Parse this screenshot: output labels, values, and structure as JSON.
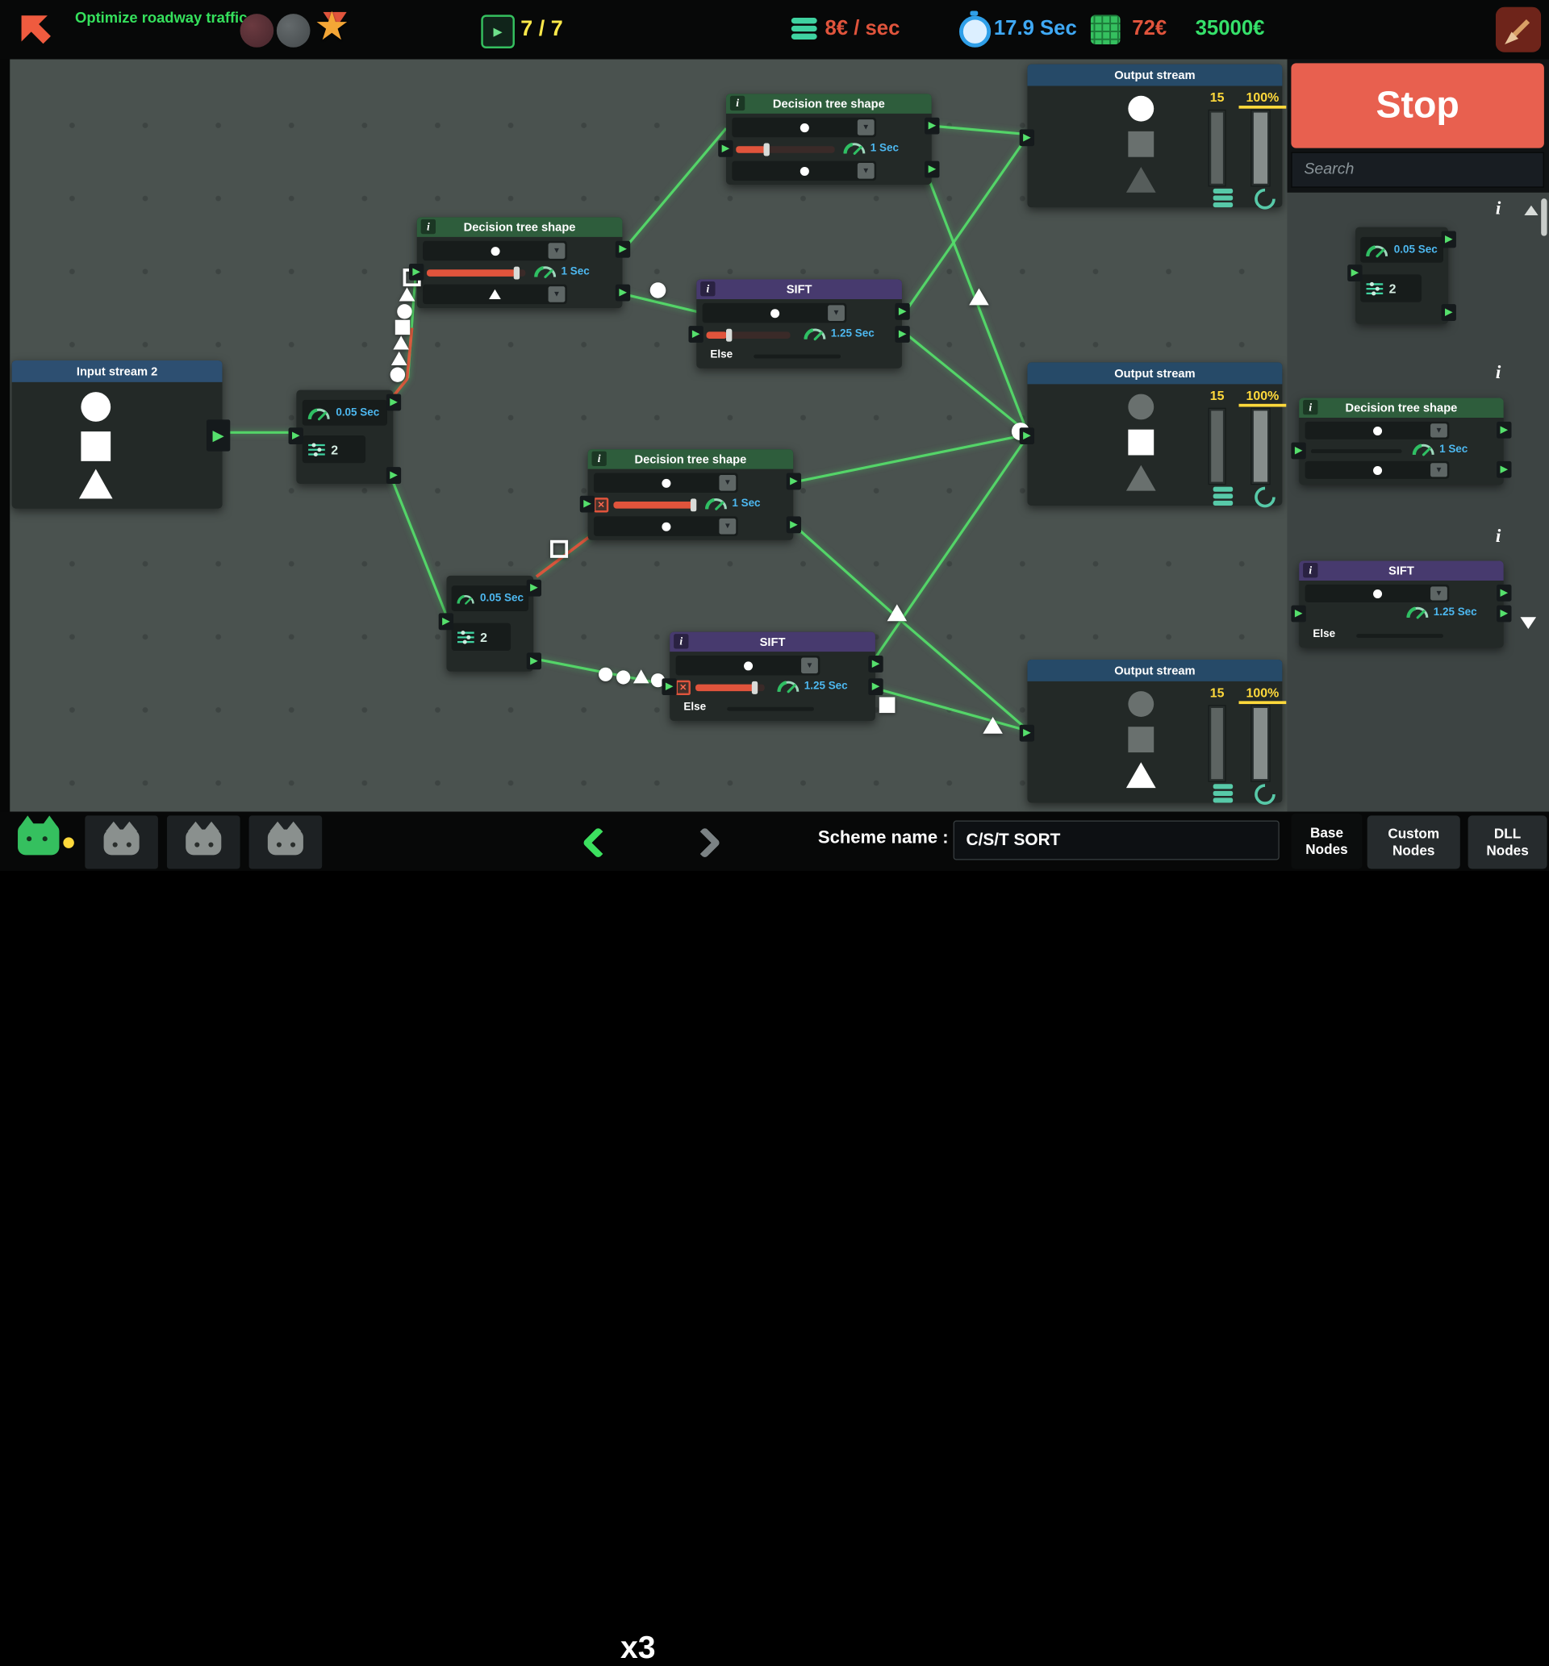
{
  "icons": {
    "info": "i",
    "dropdown": "▼",
    "port": "▶",
    "blocked": "✕",
    "star": "★"
  },
  "top_bar": {
    "title": "Optimize roadway traffic",
    "goal_progress": "7 / 7",
    "income": "8€ / sec",
    "timer": "17.9 Sec",
    "cost": "72€",
    "budget": "35000€"
  },
  "canvas": {
    "input_stream": {
      "title": "Input stream 2"
    },
    "delay_node_1": {
      "time": "0.05 Sec",
      "count": "2"
    },
    "delay_node_2": {
      "time": "0.05 Sec",
      "count": "2"
    },
    "decision_node_1": {
      "title": "Decision tree shape",
      "time": "1 Sec"
    },
    "decision_node_2": {
      "title": "Decision tree shape",
      "time": "1 Sec"
    },
    "decision_node_3": {
      "title": "Decision tree shape",
      "time": "1 Sec"
    },
    "sift_node_1": {
      "title": "SIFT",
      "time": "1.25 Sec",
      "else_label": "Else"
    },
    "sift_node_2": {
      "title": "SIFT",
      "time": "1.25 Sec",
      "else_label": "Else"
    },
    "output_stream_1": {
      "title": "Output stream",
      "capacity": "15",
      "fill": "100%"
    },
    "output_stream_2": {
      "title": "Output stream",
      "capacity": "15",
      "fill": "100%"
    },
    "output_stream_3": {
      "title": "Output stream",
      "capacity": "15",
      "fill": "100%"
    }
  },
  "right_panel": {
    "stop_button": "Stop",
    "search_placeholder": "Search",
    "palette": {
      "delay_item": {
        "time": "0.05 Sec",
        "count": "2"
      },
      "decision_item": {
        "title": "Decision tree shape",
        "time": "1 Sec"
      },
      "sift_item": {
        "title": "SIFT",
        "time": "1.25 Sec",
        "else_label": "Else"
      }
    },
    "tabs": [
      {
        "label": "Base Nodes"
      },
      {
        "label": "Custom Nodes"
      },
      {
        "label": "DLL Nodes"
      }
    ]
  },
  "bottom_bar": {
    "speed": "x3",
    "scheme_label": "Scheme name :",
    "scheme_value": "C/S/T SORT"
  }
}
